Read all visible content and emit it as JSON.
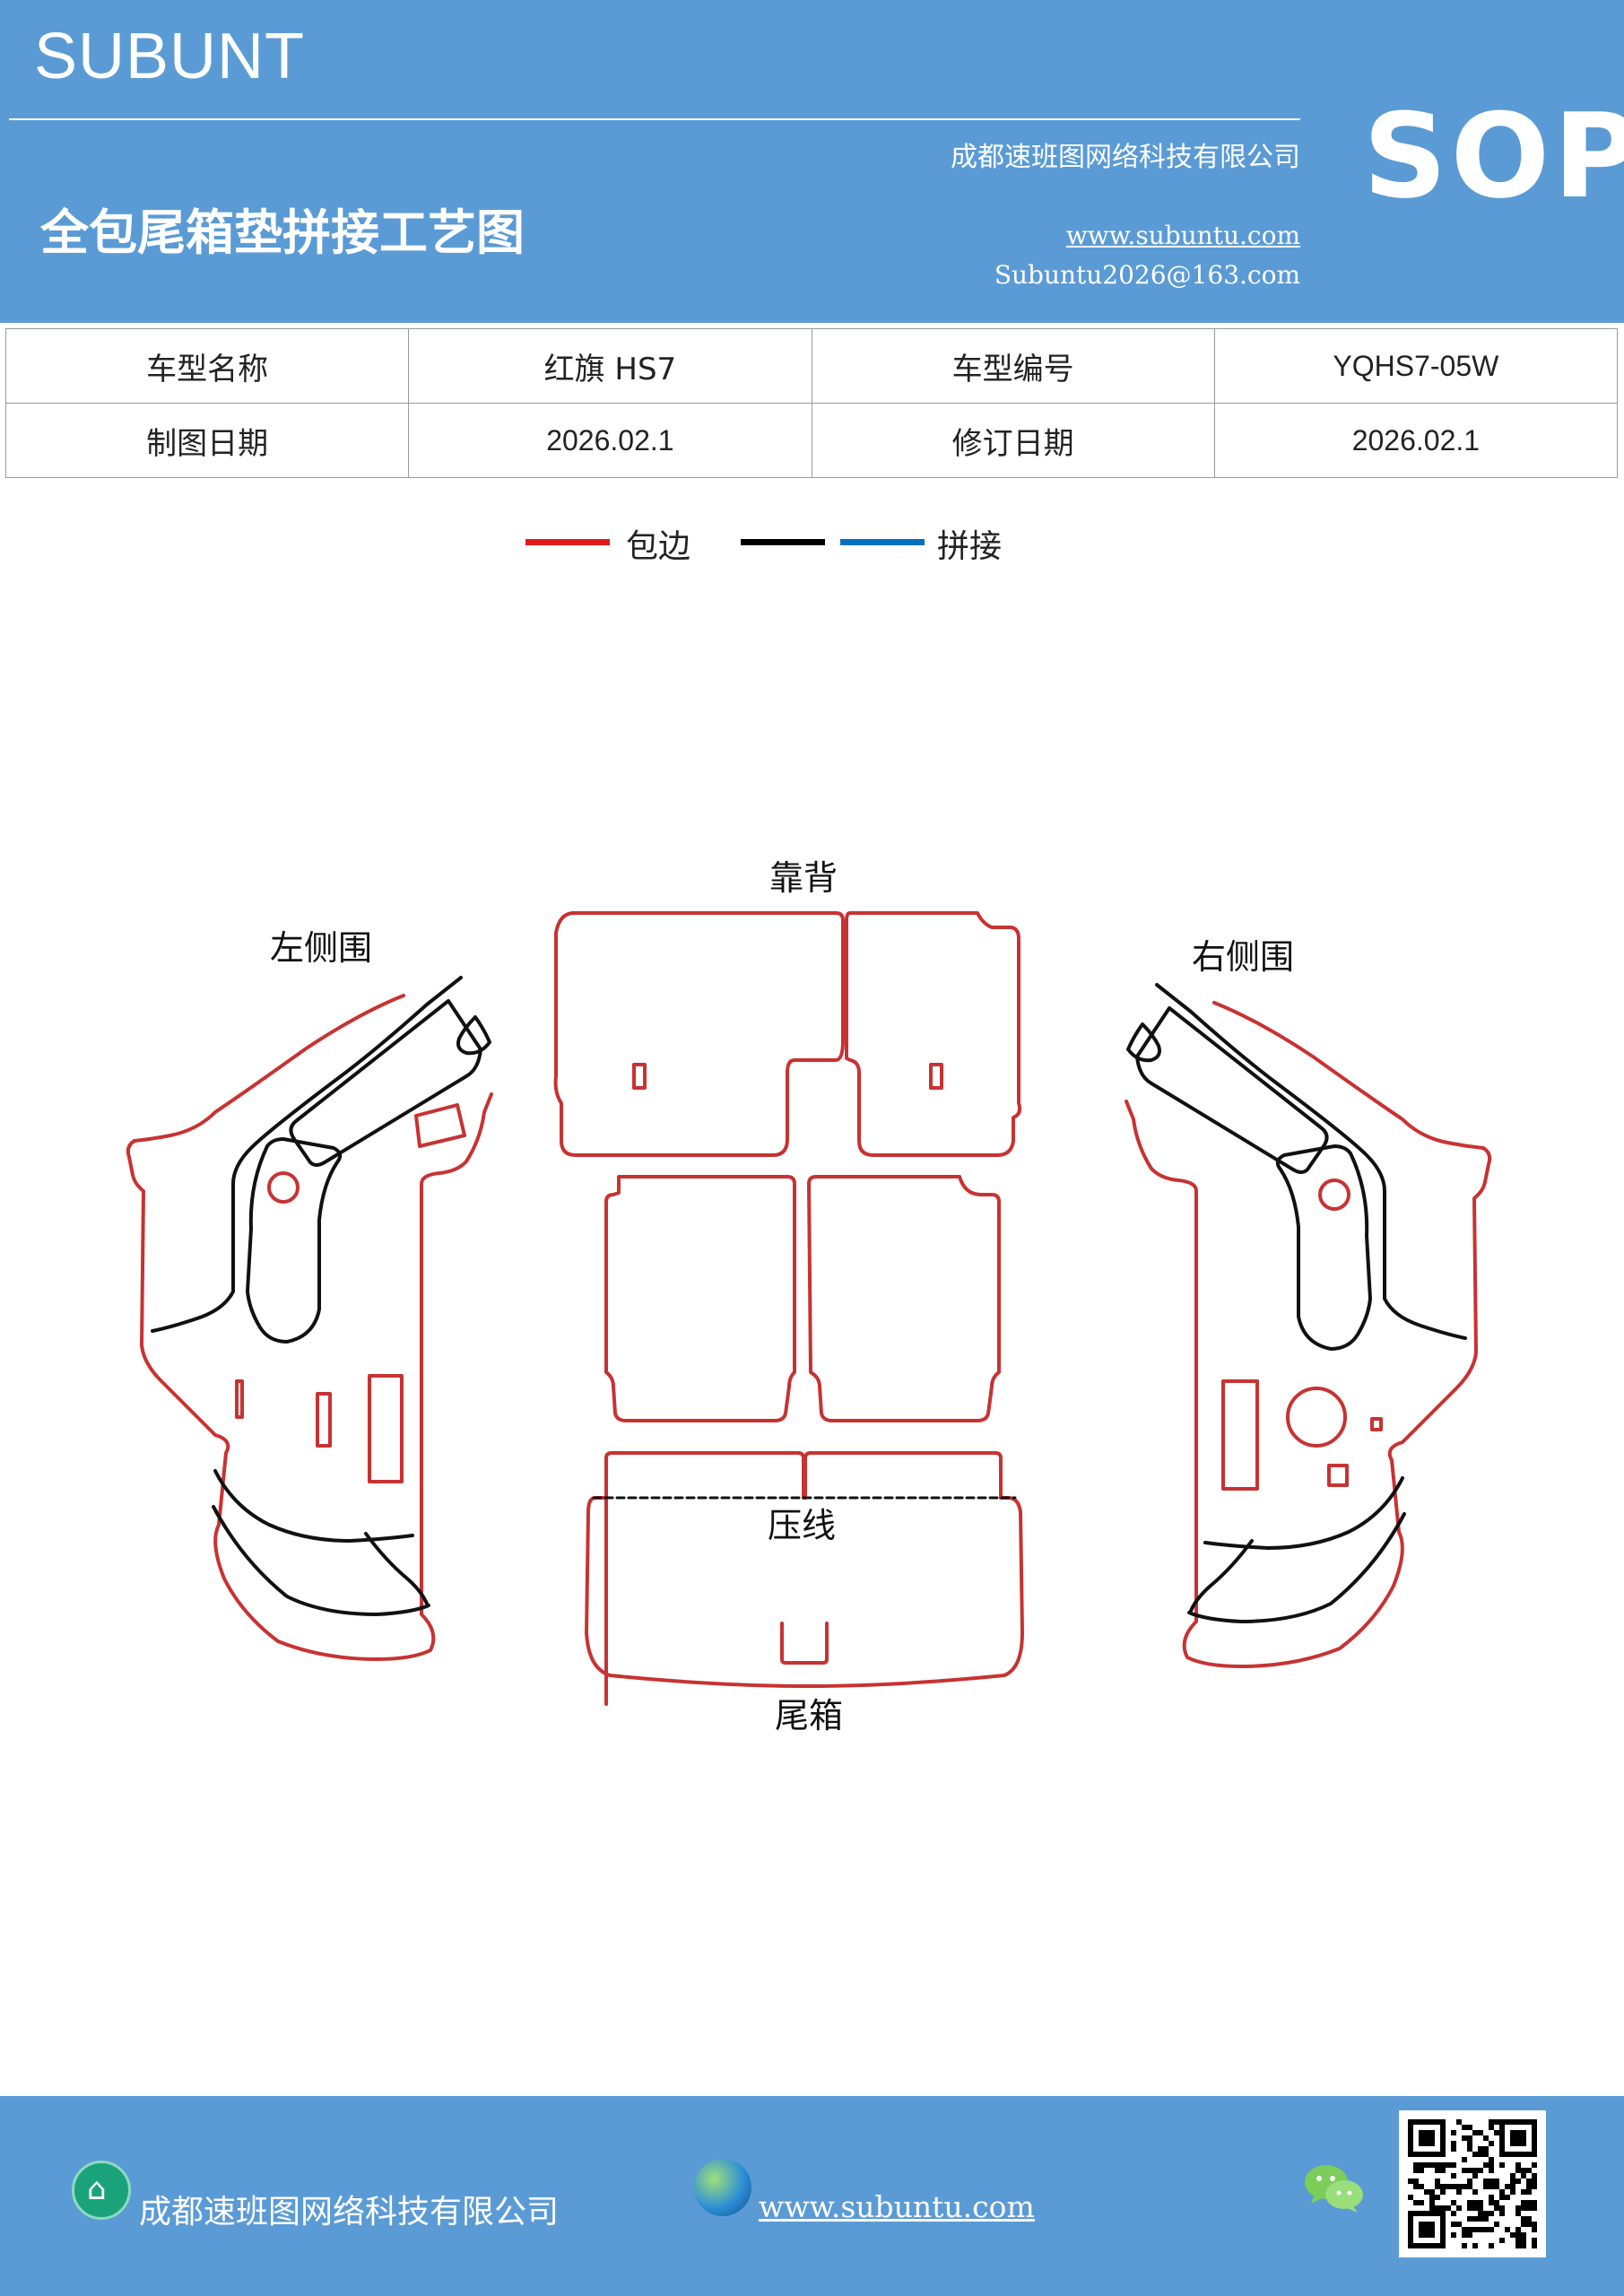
{
  "header": {
    "brand": "SUBUNT",
    "company": "成都速班图网络科技有限公司",
    "badge": "SOP",
    "title": "全包尾箱垫拼接工艺图",
    "website": "www.subuntu.com",
    "email": "Subuntu2026@163.com"
  },
  "info_table": {
    "rows": [
      [
        "车型名称",
        "红旗 HS7",
        "车型编号",
        "YQHS7-05W"
      ],
      [
        "制图日期",
        "2026.02.1",
        "修订日期",
        "2026.02.1"
      ]
    ]
  },
  "legend": {
    "items": [
      {
        "label": "包边",
        "color": "#e31a1c"
      },
      {
        "label": "拼接",
        "colors": [
          "#000000",
          "#0070c0"
        ]
      }
    ]
  },
  "diagram": {
    "outline_color": "#c83232",
    "seam_color": "#111111",
    "labels": {
      "left": "左侧围",
      "back": "靠背",
      "right": "右侧围",
      "crease": "压线",
      "trunk": "尾箱"
    }
  },
  "footer": {
    "company": "成都速班图网络科技有限公司",
    "website": "www.subuntu.com",
    "icons": [
      "building-icon",
      "globe-icon",
      "wechat-icon",
      "qr-code"
    ]
  }
}
